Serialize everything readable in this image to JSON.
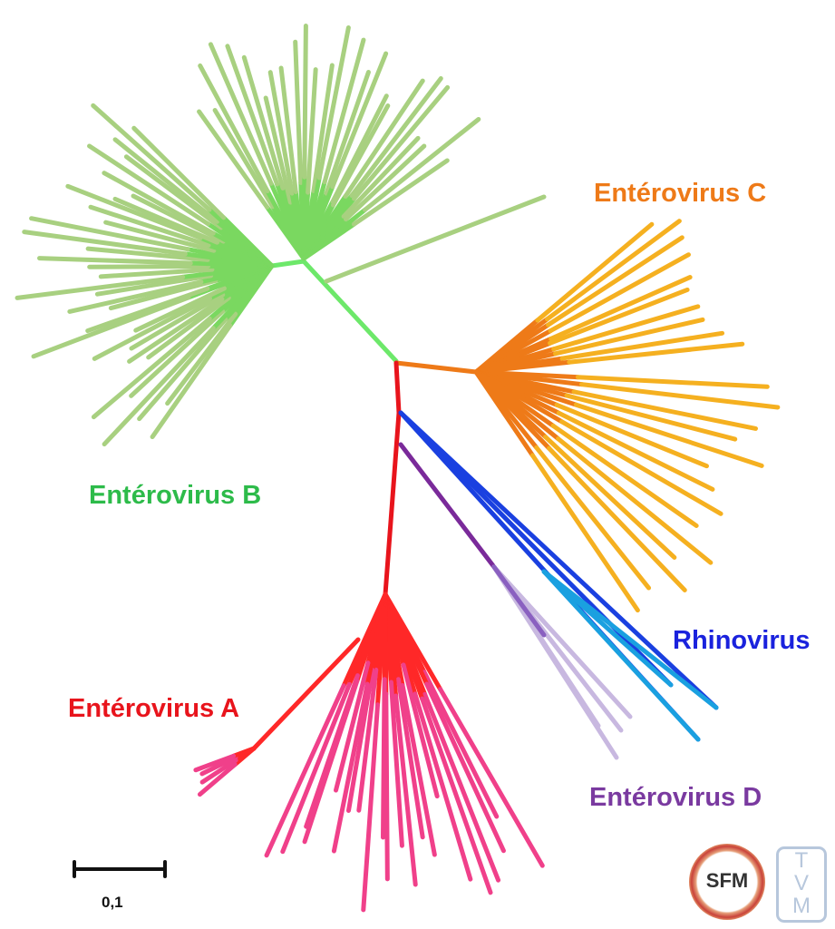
{
  "clades": [
    {
      "id": "b",
      "label": "Entérovirus B",
      "color": "#2dbb4a"
    },
    {
      "id": "c",
      "label": "Entérovirus C",
      "color": "#ee7a18"
    },
    {
      "id": "rhino",
      "label": "Rhinovirus",
      "color": "#1a22dd"
    },
    {
      "id": "a",
      "label": "Entérovirus A",
      "color": "#e8141c"
    },
    {
      "id": "d",
      "label": "Entérovirus D",
      "color": "#7a3aa0"
    }
  ],
  "scale_bar": {
    "label": "0,1",
    "value": 0.1
  },
  "logos": {
    "sfm": "SFM",
    "tvm": [
      "T",
      "V",
      "M"
    ]
  }
}
